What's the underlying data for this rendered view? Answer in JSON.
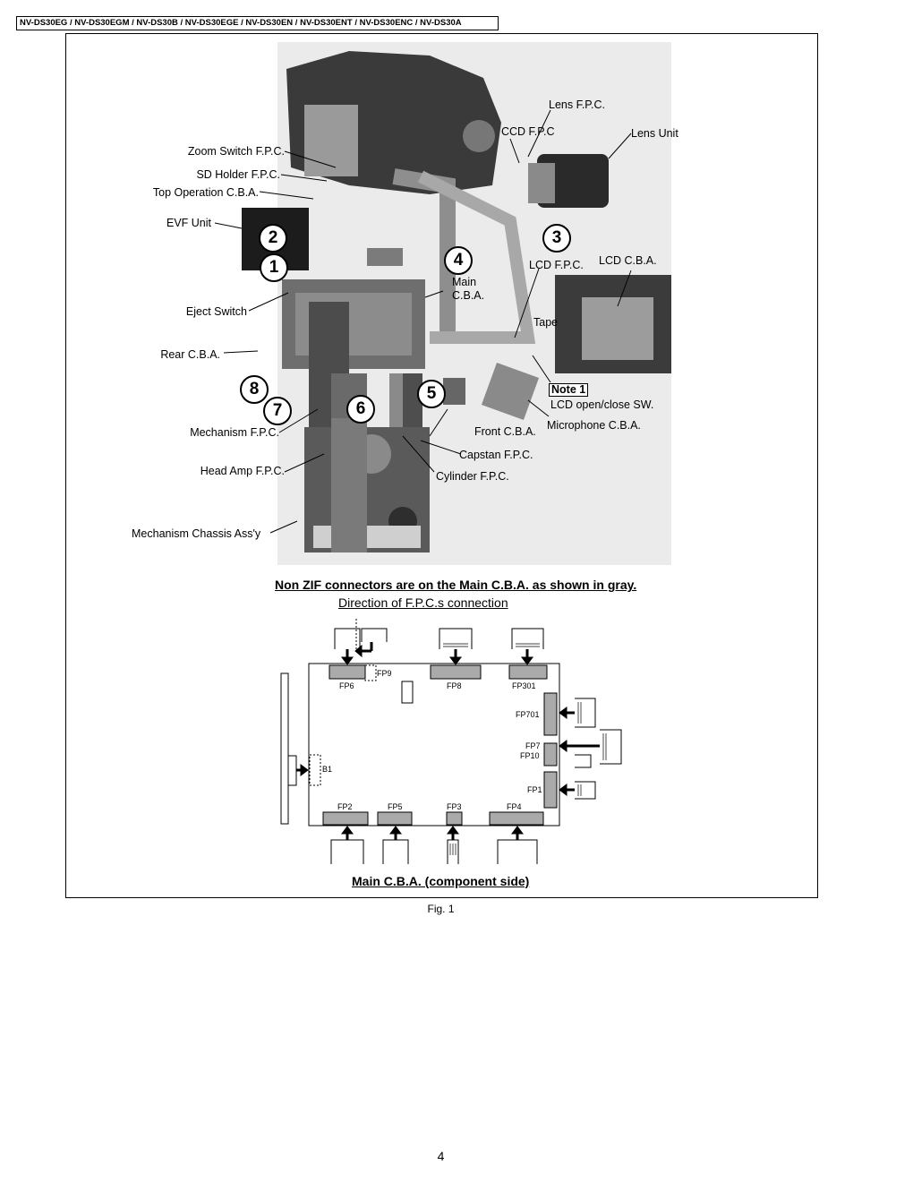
{
  "header": {
    "models": "NV-DS30EG / NV-DS30EGM / NV-DS30B / NV-DS30EGE / NV-DS30EN / NV-DS30ENT / NV-DS30ENC / NV-DS30A"
  },
  "photo_labels": {
    "lens_fpc": "Lens F.P.C.",
    "ccd_fpc": "CCD F.P.C",
    "lens_unit": "Lens Unit",
    "zoom_switch_fpc": "Zoom Switch F.P.C.",
    "sd_holder_fpc": "SD Holder F.P.C.",
    "top_operation_cba": "Top Operation C.B.A.",
    "evf_unit": "EVF Unit",
    "lcd_fpc": "LCD F.P.C.",
    "lcd_cba": "LCD C.B.A.",
    "main_cba_line1": "Main",
    "main_cba_line2": "C.B.A.",
    "eject_switch": "Eject Switch",
    "tape": "Tape",
    "rear_cba": "Rear C.B.A.",
    "note1": "Note 1",
    "lcd_open_close_sw": "LCD open/close SW.",
    "microphone_cba": "Microphone C.B.A.",
    "front_cba": "Front C.B.A.",
    "mechanism_fpc": "Mechanism F.P.C.",
    "capstan_fpc": "Capstan F.P.C.",
    "head_amp_fpc": "Head Amp F.P.C.",
    "cylinder_fpc": "Cylinder F.P.C.",
    "mechanism_chassis": "Mechanism Chassis Ass'y"
  },
  "numbers": {
    "n1": "1",
    "n2": "2",
    "n3": "3",
    "n4": "4",
    "n5": "5",
    "n6": "6",
    "n7": "7",
    "n8": "8"
  },
  "headings": {
    "non_zif": "Non ZIF connectors are on the Main C.B.A. as shown in gray.",
    "direction": "Direction of F.P.C.s connection",
    "main_cba_side": "Main C.B.A. (component side)"
  },
  "connectors": {
    "fp6": "FP6",
    "fp9": "FP9",
    "fp8": "FP8",
    "fp301": "FP301",
    "fp701": "FP701",
    "fp7": "FP7",
    "fp10": "FP10",
    "fp1": "FP1",
    "b1": "B1",
    "fp2": "FP2",
    "fp5": "FP5",
    "fp3": "FP3",
    "fp4": "FP4"
  },
  "footer": {
    "figure": "Fig. 1",
    "page_number": "4"
  }
}
